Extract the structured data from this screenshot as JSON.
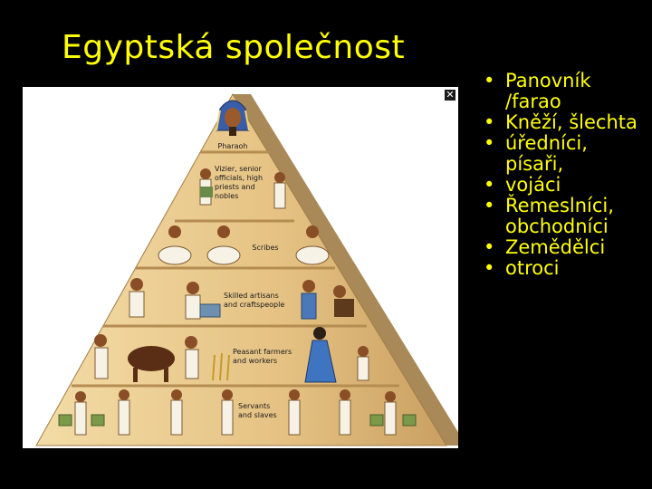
{
  "slide": {
    "title": "Egyptská společnost",
    "bullets": [
      "Panovník /farao",
      " Kněží, šlechta",
      "úředníci, písaři,",
      "vojáci",
      "Řemeslníci, obchodníci",
      "Zemědělci",
      "otroci"
    ]
  },
  "pyramid": {
    "close_glyph": "✕",
    "tiers": [
      "Pharaoh",
      "Vizier, senior officials, high priests and nobles",
      "Scribes",
      "Skilled artisans and craftspeople",
      "Peasant farmers and workers",
      "Servants and slaves"
    ]
  },
  "colors": {
    "background": "#000000",
    "text": "#ffff00",
    "stone_light": "#eccd8f",
    "stone_dark": "#b28a52"
  }
}
